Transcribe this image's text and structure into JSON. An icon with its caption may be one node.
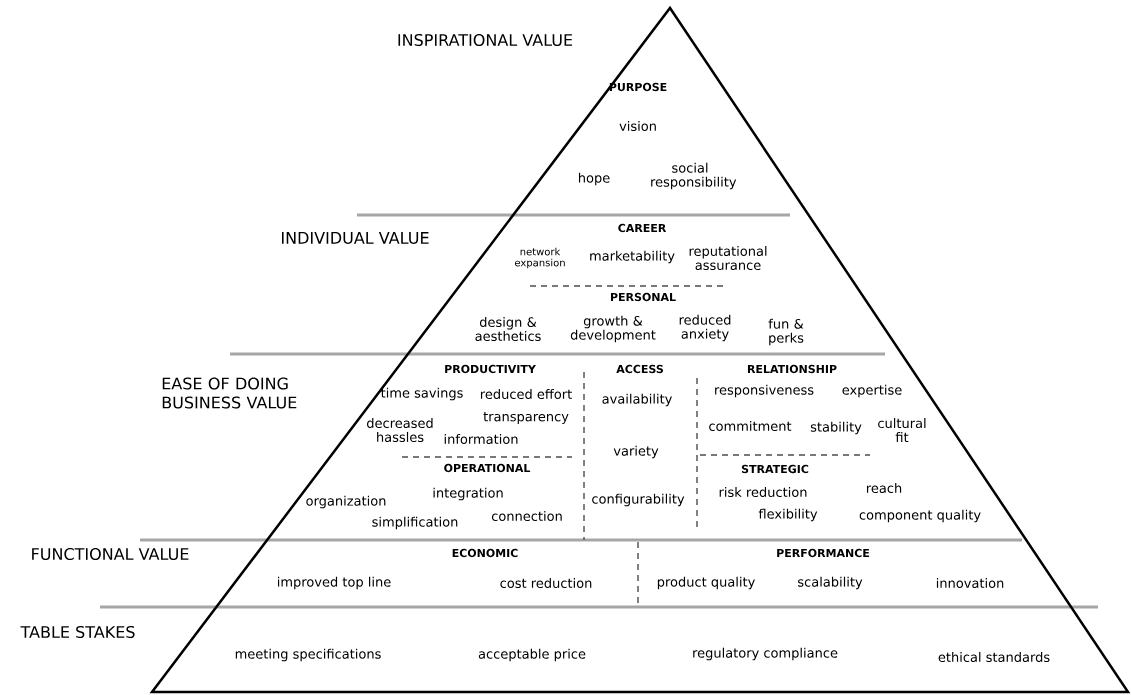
{
  "diagram": {
    "labels": [
      "INSPIRATIONAL VALUE",
      "PURPOSE",
      "vision",
      "hope",
      "social responsibility",
      "INDIVIDUAL VALUE",
      "CAREER",
      "network expansion",
      "marketability",
      "reputational assurance",
      "PERSONAL",
      "design & aesthetics",
      "growth & development",
      "reduced anxiety",
      "fun & perks",
      "EASE OF DOING BUSINESS VALUE",
      "PRODUCTIVITY",
      "ACCESS",
      "RELATIONSHIP",
      "time savings",
      "reduced effort",
      "availability",
      "responsiveness",
      "expertise",
      "decreased hassles",
      "transparency",
      "information",
      "commitment",
      "stability",
      "cultural fit",
      "variety",
      "OPERATIONAL",
      "STRATEGIC",
      "organization",
      "integration",
      "reach",
      "risk reduction",
      "configurability",
      "simplification",
      "connection",
      "flexibility",
      "component quality",
      "FUNCTIONAL VALUE",
      "ECONOMIC",
      "PERFORMANCE",
      "improved top line",
      "cost reduction",
      "product quality",
      "scalability",
      "innovation",
      "TABLE STAKES",
      "meeting specifications",
      "acceptable price",
      "regulatory compliance",
      "ethical standards"
    ]
  }
}
